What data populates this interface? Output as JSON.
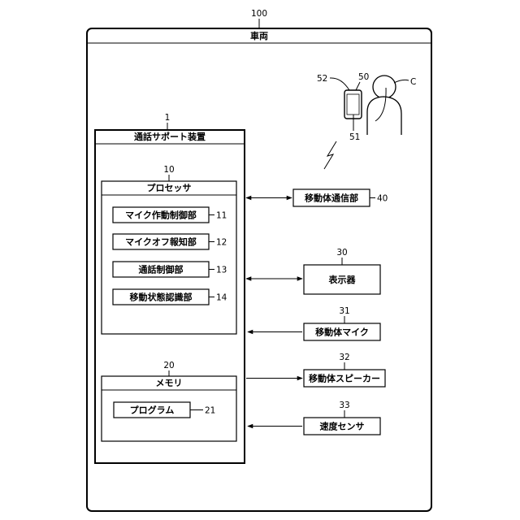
{
  "vehicle": {
    "ref": "100",
    "label": "車両"
  },
  "device": {
    "ref": "1",
    "label": "通話サポート装置"
  },
  "processor": {
    "ref": "10",
    "label": "プロセッサ",
    "units": [
      {
        "ref": "11",
        "label": "マイク作動制御部"
      },
      {
        "ref": "12",
        "label": "マイクオフ報知部"
      },
      {
        "ref": "13",
        "label": "通話制御部"
      },
      {
        "ref": "14",
        "label": "移動状態認識部"
      }
    ]
  },
  "memory": {
    "ref": "20",
    "label": "メモリ",
    "program": {
      "ref": "21",
      "label": "プログラム"
    }
  },
  "peripherals": [
    {
      "ref": "40",
      "label": "移動体通信部"
    },
    {
      "ref": "30",
      "label": "表示器"
    },
    {
      "ref": "31",
      "label": "移動体マイク"
    },
    {
      "ref": "32",
      "label": "移動体スピーカー"
    },
    {
      "ref": "33",
      "label": "速度センサ"
    }
  ],
  "phone": {
    "ref": "50",
    "screen_ref": "51",
    "camera_ref": "52"
  },
  "user": {
    "ref": "C"
  }
}
